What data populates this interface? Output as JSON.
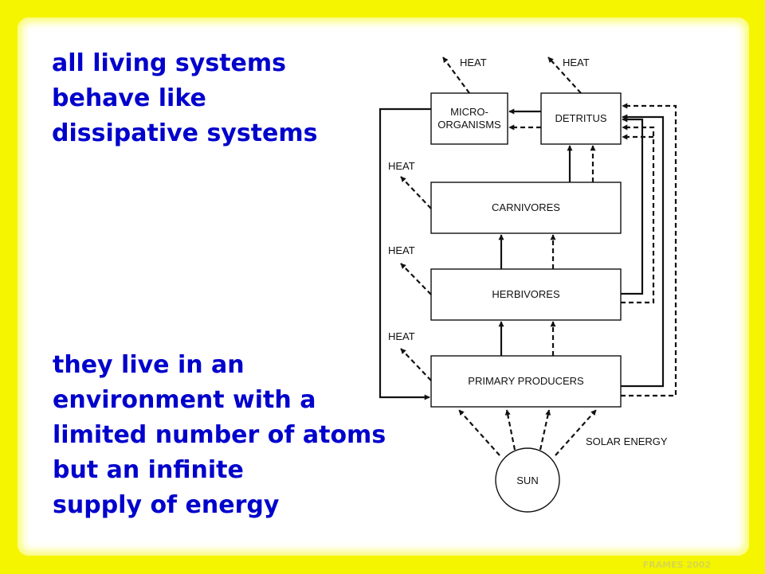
{
  "left_text": {
    "top": [
      "all living systems",
      "behave like",
      "dissipative systems"
    ],
    "bottom": [
      "they live in an",
      "environment with a",
      "limited number of atoms",
      "but an infinite",
      "supply of energy"
    ]
  },
  "diagram": {
    "boxes": {
      "microorganisms": [
        "MICRO-",
        "ORGANISMS"
      ],
      "detritus": "DETRITUS",
      "carnivores": "CARNIVORES",
      "herbivores": "HERBIVORES",
      "primary_producers": "PRIMARY PRODUCERS",
      "sun": "SUN"
    },
    "heat_label": "HEAT",
    "solar_label": "SOLAR ENERGY"
  },
  "footer": "FRAMES 2002",
  "colors": {
    "frame": "#f5f500",
    "text": "#0000cc",
    "panel": "#ffffff"
  }
}
